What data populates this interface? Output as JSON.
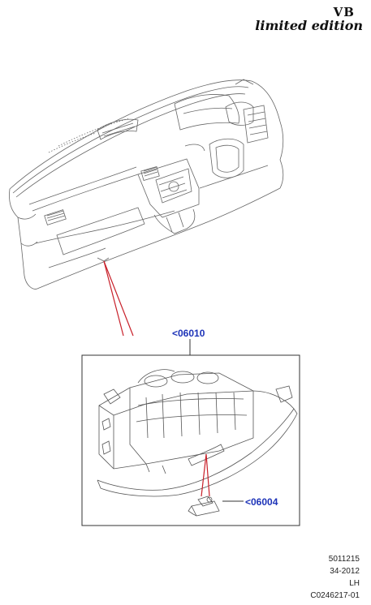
{
  "brand": {
    "code": "VB",
    "edition": "limited edition"
  },
  "callouts": {
    "assembly": "<06010",
    "part": "<06004"
  },
  "footer": {
    "line1": "5011215",
    "line2": "34-2012",
    "line3": "LH",
    "line4": "C0246217-01"
  },
  "colors": {
    "callout": "#1d33b8",
    "leader": "#c8202a",
    "linework": "#555555"
  }
}
